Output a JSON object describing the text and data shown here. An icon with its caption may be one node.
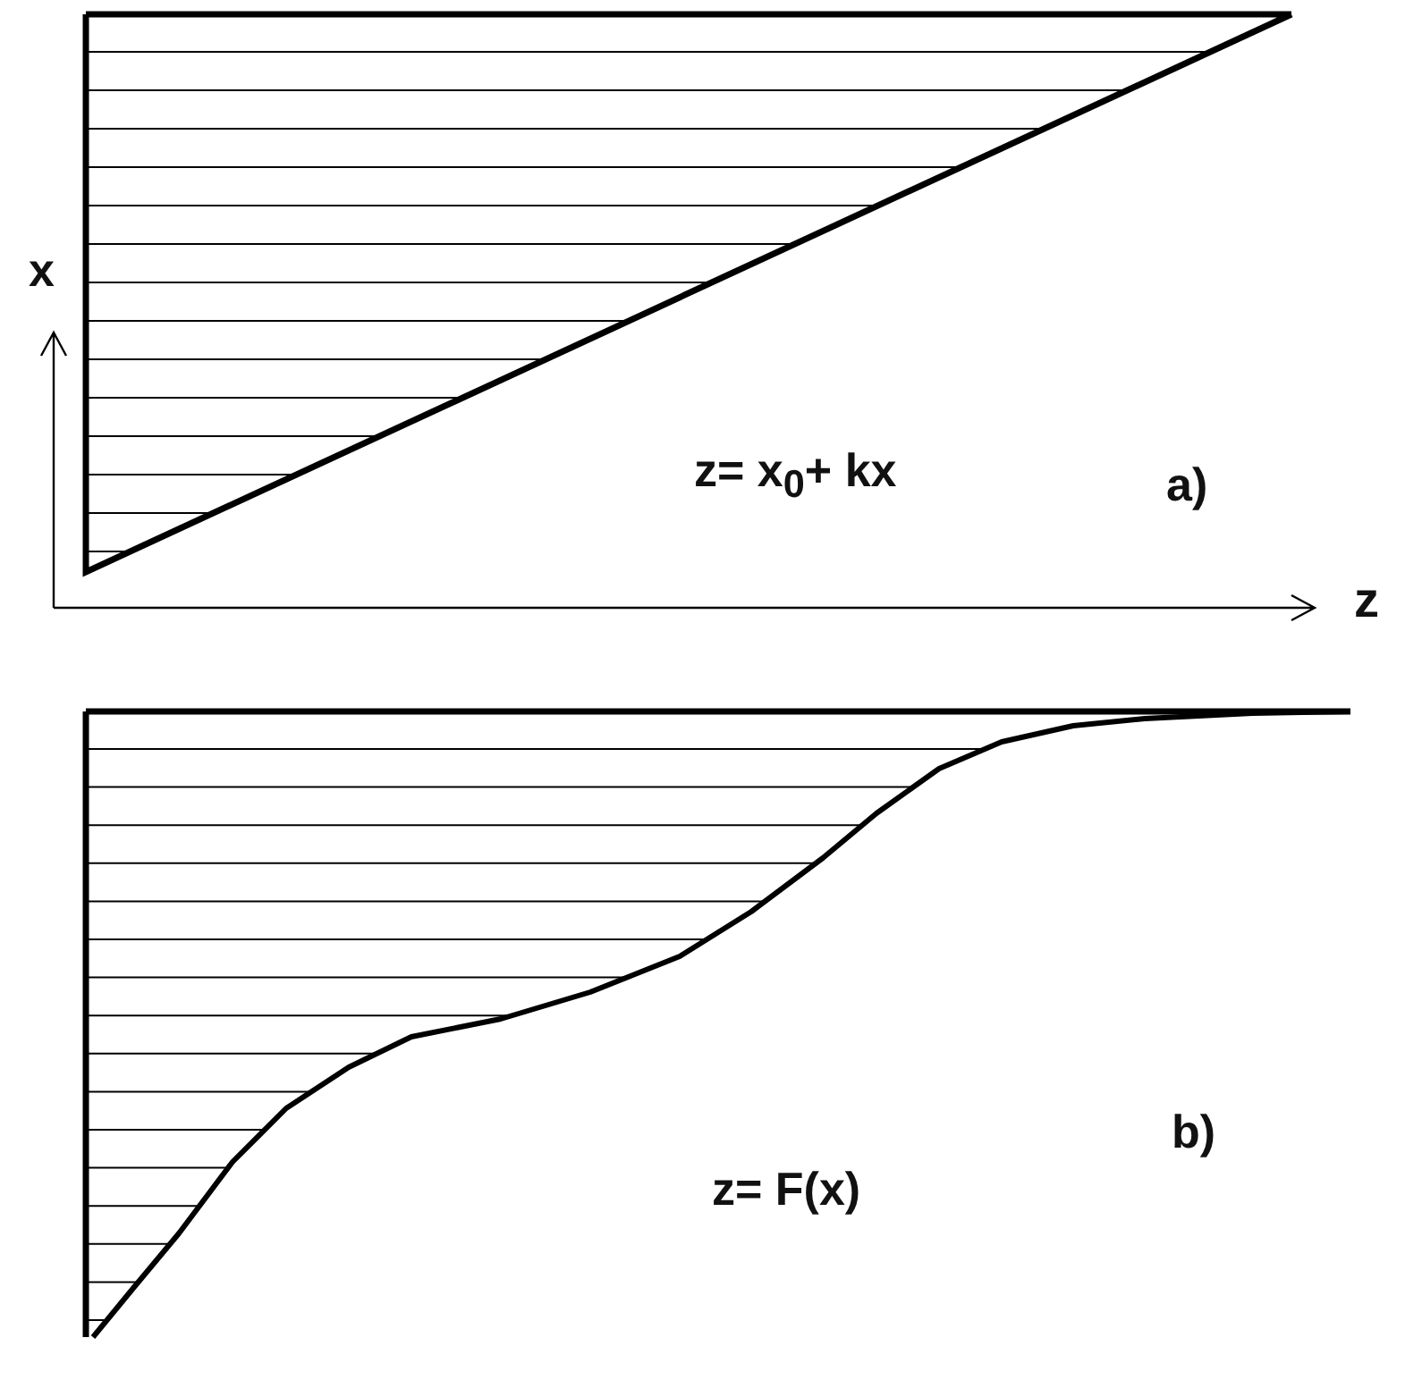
{
  "diagram": {
    "labels": [
      "x",
      "z= x$_{0}$+  kx",
      "a)",
      "z",
      "z= F(x)",
      "b)"
    ]
  }
}
